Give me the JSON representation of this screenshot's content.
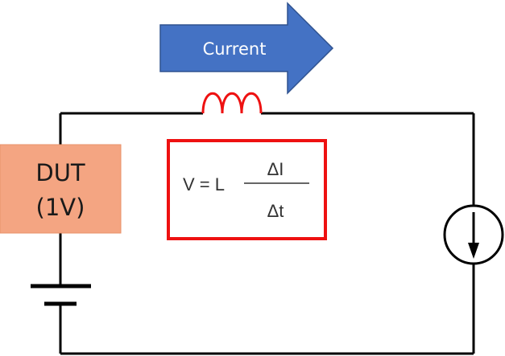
{
  "current_arrow": {
    "label": "Current",
    "fill_color": "#4472C4",
    "stroke_color": "#2F528F"
  },
  "dut": {
    "line1": "DUT",
    "line2": "(1V)",
    "fill_color": "#F4A582",
    "stroke_color": "#E8926A"
  },
  "formula": {
    "lhs": "V = L",
    "numerator": "ΔI",
    "denominator": "Δt",
    "box_color": "#EE1111"
  },
  "inductor": {
    "color": "#EE1111"
  },
  "icons": {
    "inductor": "inductor-coil-icon",
    "battery": "battery-icon",
    "current_source": "current-source-icon"
  }
}
